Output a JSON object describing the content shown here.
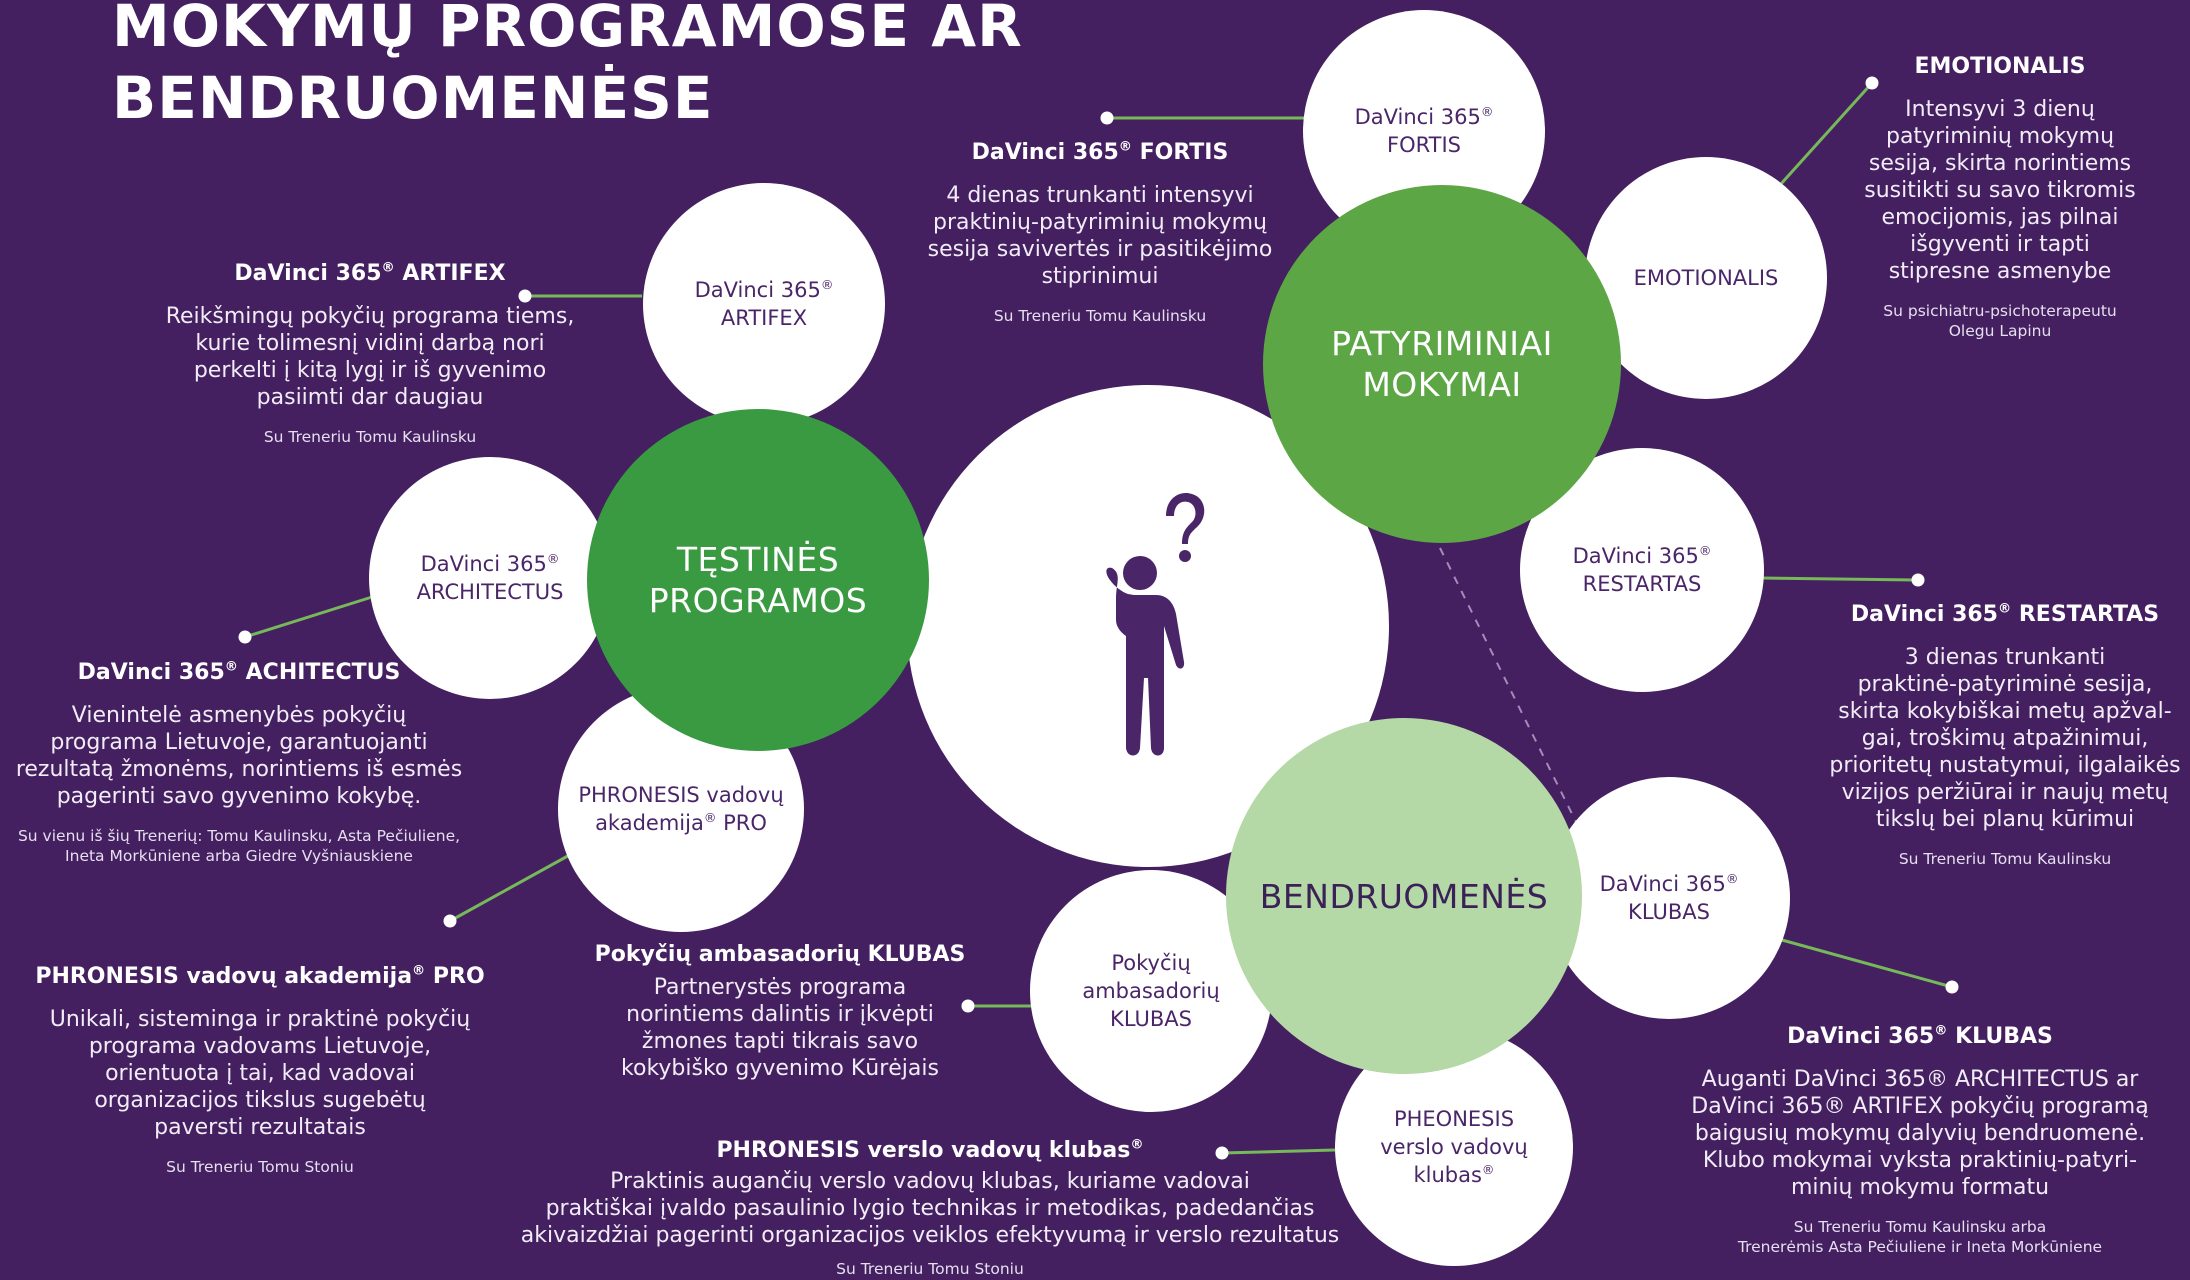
{
  "title_lines": [
    "MOKYMŲ PROGRAMOSE AR",
    "BENDRUOMENĖSE"
  ],
  "colors": {
    "background": "#442060",
    "hub_dark_green": "#3a9a42",
    "hub_green": "#5ca646",
    "hub_light_green": "#b4d8a6",
    "circle_white": "#ffffff",
    "text_purple": "#4a2668",
    "connector": "#76b85a"
  },
  "center_icon": "thinking-person-icon",
  "hubs": {
    "testines": [
      "TĘSTINĖS",
      "PROGRAMOS"
    ],
    "patyriminiai": [
      "PATYRIMINIAI",
      "MOKYMAI"
    ],
    "bendruomenes": [
      "BENDRUOMENĖS"
    ]
  },
  "circles": {
    "artifex": [
      "DaVinci 365",
      "ARTIFEX"
    ],
    "architectus": [
      "DaVinci 365",
      "ARCHITECTUS"
    ],
    "phronesis_pro": [
      "PHRONESIS vadovų",
      "akademija",
      "PRO"
    ],
    "fortis": [
      "DaVinci 365",
      "FORTIS"
    ],
    "emotionalis": [
      "EMOTIONALIS"
    ],
    "restartas": [
      "DaVinci 365",
      "RESTARTAS"
    ],
    "klubas": [
      "DaVinci 365",
      "KLUBAS"
    ],
    "ambasadoriu": [
      "Pokyčių",
      "ambasadorių",
      "KLUBAS"
    ],
    "pheonesis": [
      "PHEONESIS",
      "verslo vadovų",
      "klubas"
    ]
  },
  "blocks": {
    "artifex": {
      "title": [
        "DaVinci 365",
        " ARTIFEX"
      ],
      "desc": [
        "Reikšmingų pokyčių programa tiems,",
        "kurie tolimesnį vidinį darbą nori",
        "perkelti į kitą lygį ir iš gyvenimo",
        "pasiimti dar daugiau"
      ],
      "coach": [
        "Su Treneriu Tomu Kaulinsku"
      ]
    },
    "achitectus": {
      "title": [
        "DaVinci 365",
        " ACHITECTUS"
      ],
      "desc": [
        "Vienintelė asmenybės pokyčių",
        "programa Lietuvoje, garantuojanti",
        "rezultatą žmonėms, norintiems iš esmės",
        "pagerinti savo gyvenimo kokybę."
      ],
      "coach": [
        "Su vienu iš šių Trenerių: Tomu Kaulinsku, Asta Pečiuliene,",
        "Ineta Morkūniene arba Giedre Vyšniauskiene"
      ]
    },
    "phronesis_pro": {
      "title": [
        "PHRONESIS vadovų akademija",
        " PRO"
      ],
      "desc": [
        "Unikali, sisteminga ir praktinė pokyčių",
        "programa vadovams Lietuvoje,",
        "orientuota į tai, kad vadovai",
        "organizacijos tikslus sugebėtų",
        "paversti rezultatais"
      ],
      "coach": [
        "Su Treneriu Tomu Stoniu"
      ]
    },
    "fortis": {
      "title": [
        "DaVinci 365",
        " FORTIS"
      ],
      "desc": [
        "4 dienas trunkanti intensyvi",
        "praktinių-patyriminių mokymų",
        "sesija savivertės ir pasitikėjimo",
        "stiprinimui"
      ],
      "coach": [
        "Su Treneriu Tomu Kaulinsku"
      ]
    },
    "emotionalis": {
      "title": [
        "EMOTIONALIS"
      ],
      "desc": [
        "Intensyvi 3 dienų",
        "patyriminių mokymų",
        "sesija, skirta norintiems",
        "susitikti su savo tikromis",
        "emocijomis, jas pilnai",
        "išgyventi ir tapti",
        "stipresne asmenybe"
      ],
      "coach": [
        "Su psichiatru-psichoterapeutu",
        "Olegu Lapinu"
      ]
    },
    "restartas": {
      "title": [
        "DaVinci 365",
        " RESTARTAS"
      ],
      "desc": [
        "3 dienas trunkanti",
        "praktinė-patyriminė sesija,",
        "skirta kokybiškai metų apžval-",
        "gai, troškimų atpažinimui,",
        "prioritetų nustatymui, ilgalaikės",
        "vizijos  peržiūrai ir naujų metų",
        "tikslų bei planų kūrimui"
      ],
      "coach": [
        "Su Treneriu Tomu Kaulinsku"
      ]
    },
    "ambasadoriu": {
      "title": [
        "Pokyčių ambasadorių KLUBAS"
      ],
      "desc": [
        "Partnerystės programa",
        "norintiems dalintis ir įkvėpti",
        "žmones tapti tikrais savo",
        "kokybiško gyvenimo Kūrėjais"
      ],
      "coach": []
    },
    "klubas": {
      "title": [
        "DaVinci 365",
        " KLUBAS"
      ],
      "desc": [
        "Auganti DaVinci 365® ARCHITECTUS ar",
        "DaVinci 365® ARTIFEX pokyčių programą",
        "baigusių mokymų dalyvių bendruomenė.",
        "Klubo mokymai vyksta praktinių-patyri-",
        "minių mokymu formatu"
      ],
      "coach": [
        "Su Treneriu Tomu Kaulinsku arba",
        "Trenerėmis Asta Pečiuliene ir Ineta Morkūniene"
      ]
    },
    "phronesis_klubas": {
      "title": [
        "PHRONESIS verslo vadovų klubas",
        ""
      ],
      "desc": [
        "Praktinis augančių verslo vadovų klubas, kuriame vadovai",
        "praktiškai įvaldo pasaulinio lygio technikas ir metodikas, padedančias",
        "akivaizdžiai pagerinti organizacijos veiklos efektyvumą ir verslo rezultatus"
      ],
      "coach": [
        "Su Treneriu Tomu Stoniu"
      ]
    }
  }
}
